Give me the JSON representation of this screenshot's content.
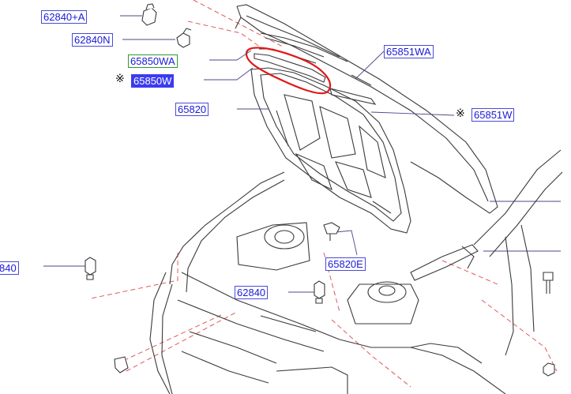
{
  "labels": {
    "l_62840A": "62840+A",
    "l_62840N": "62840N",
    "l_65850WA": "65850WA",
    "l_65850W": "65850W",
    "l_65851WA": "65851WA",
    "l_65820": "65820",
    "l_65851W": "65851W",
    "l_65820E": "65820E",
    "l_62840": "62840",
    "l_840": "840"
  },
  "marks": {
    "star": "※"
  },
  "colors": {
    "label_text": "#1a1ad8",
    "label_border": "#4a4ad8",
    "selected_bg": "#3b3bf0",
    "highlight_ellipse": "#e01818",
    "dashed_leader": "#e05050",
    "line_art": "#404040"
  }
}
